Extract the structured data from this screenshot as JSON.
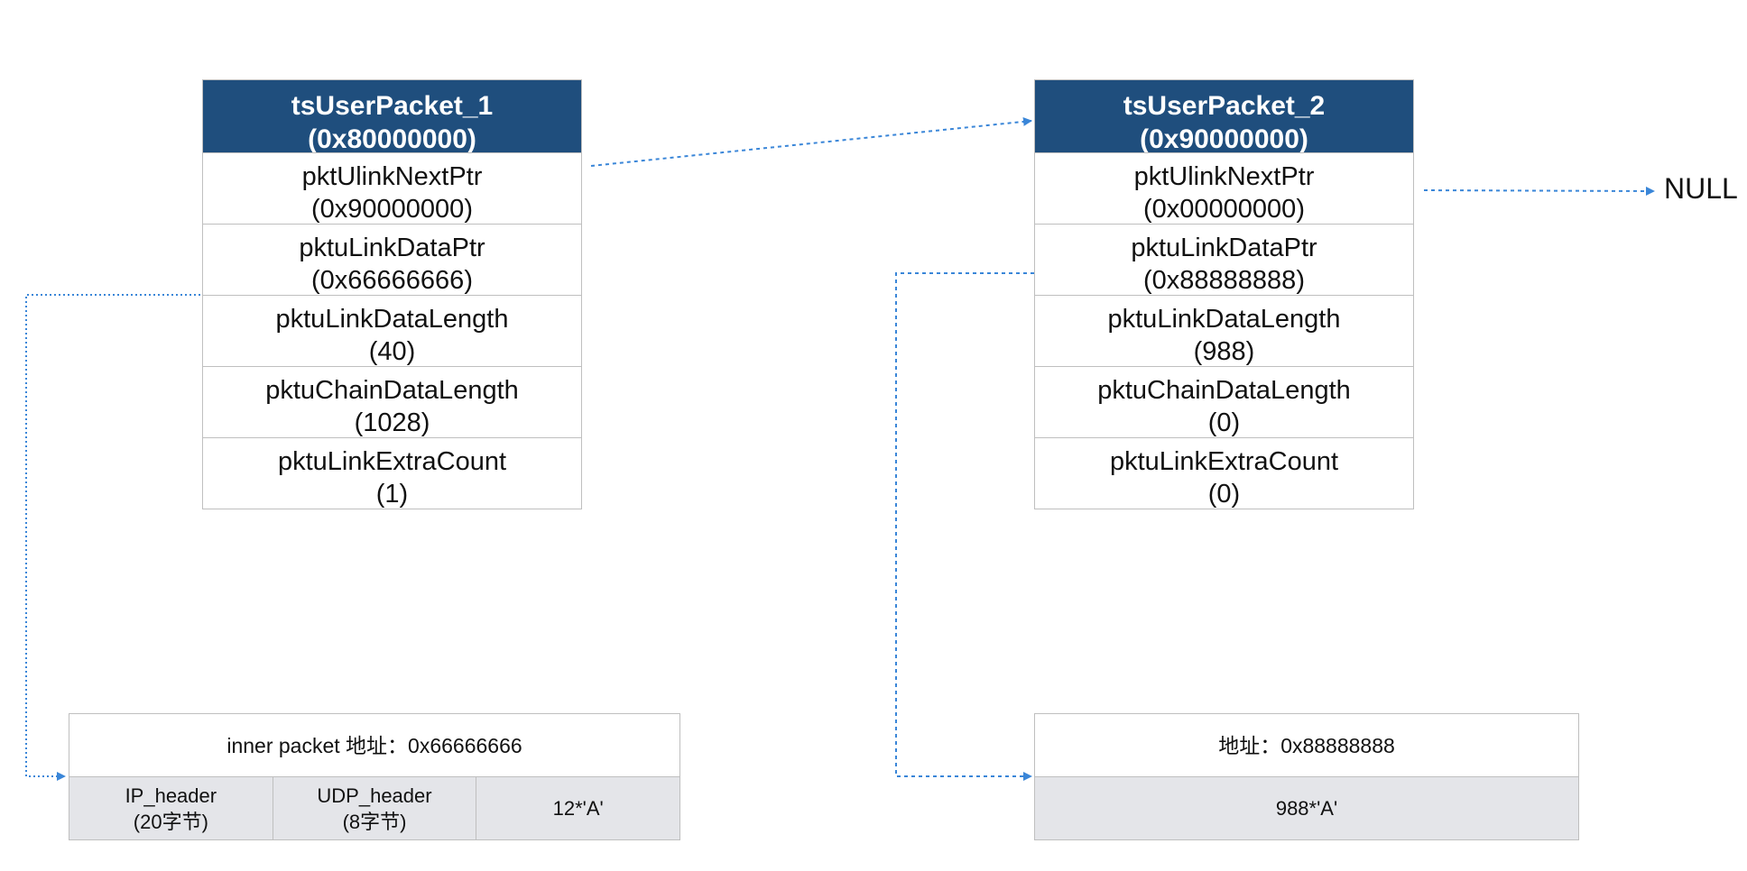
{
  "packet1": {
    "title": "tsUserPacket_1",
    "address": "(0x80000000)",
    "fields": [
      {
        "name": "pktUlinkNextPtr",
        "value": "(0x90000000)"
      },
      {
        "name": "pktuLinkDataPtr",
        "value": "(0x66666666)"
      },
      {
        "name": "pktuLinkDataLength",
        "value": "(40)"
      },
      {
        "name": "pktuChainDataLength",
        "value": "(1028)"
      },
      {
        "name": "pktuLinkExtraCount",
        "value": "(1)"
      }
    ]
  },
  "packet2": {
    "title": "tsUserPacket_2",
    "address": "(0x90000000)",
    "fields": [
      {
        "name": "pktUlinkNextPtr",
        "value": "(0x00000000)"
      },
      {
        "name": "pktuLinkDataPtr",
        "value": "(0x88888888)"
      },
      {
        "name": "pktuLinkDataLength",
        "value": "(988)"
      },
      {
        "name": "pktuChainDataLength",
        "value": "(0)"
      },
      {
        "name": "pktuLinkExtraCount",
        "value": "(0)"
      }
    ]
  },
  "null_label": "NULL",
  "memory1": {
    "title": "inner packet 地址：0x66666666",
    "cells": [
      {
        "line1": "IP_header",
        "line2": "(20字节)"
      },
      {
        "line1": "UDP_header",
        "line2": "(8字节)"
      },
      {
        "line1": "12*'A'",
        "line2": ""
      }
    ]
  },
  "memory2": {
    "title": "地址：0x88888888",
    "cells": [
      {
        "line1": "988*'A'"
      }
    ]
  },
  "colors": {
    "header_bg": "#1f4e7d",
    "arrow": "#3a86d8",
    "cell_bg": "#e4e5e9",
    "border": "#bfbfbf"
  }
}
